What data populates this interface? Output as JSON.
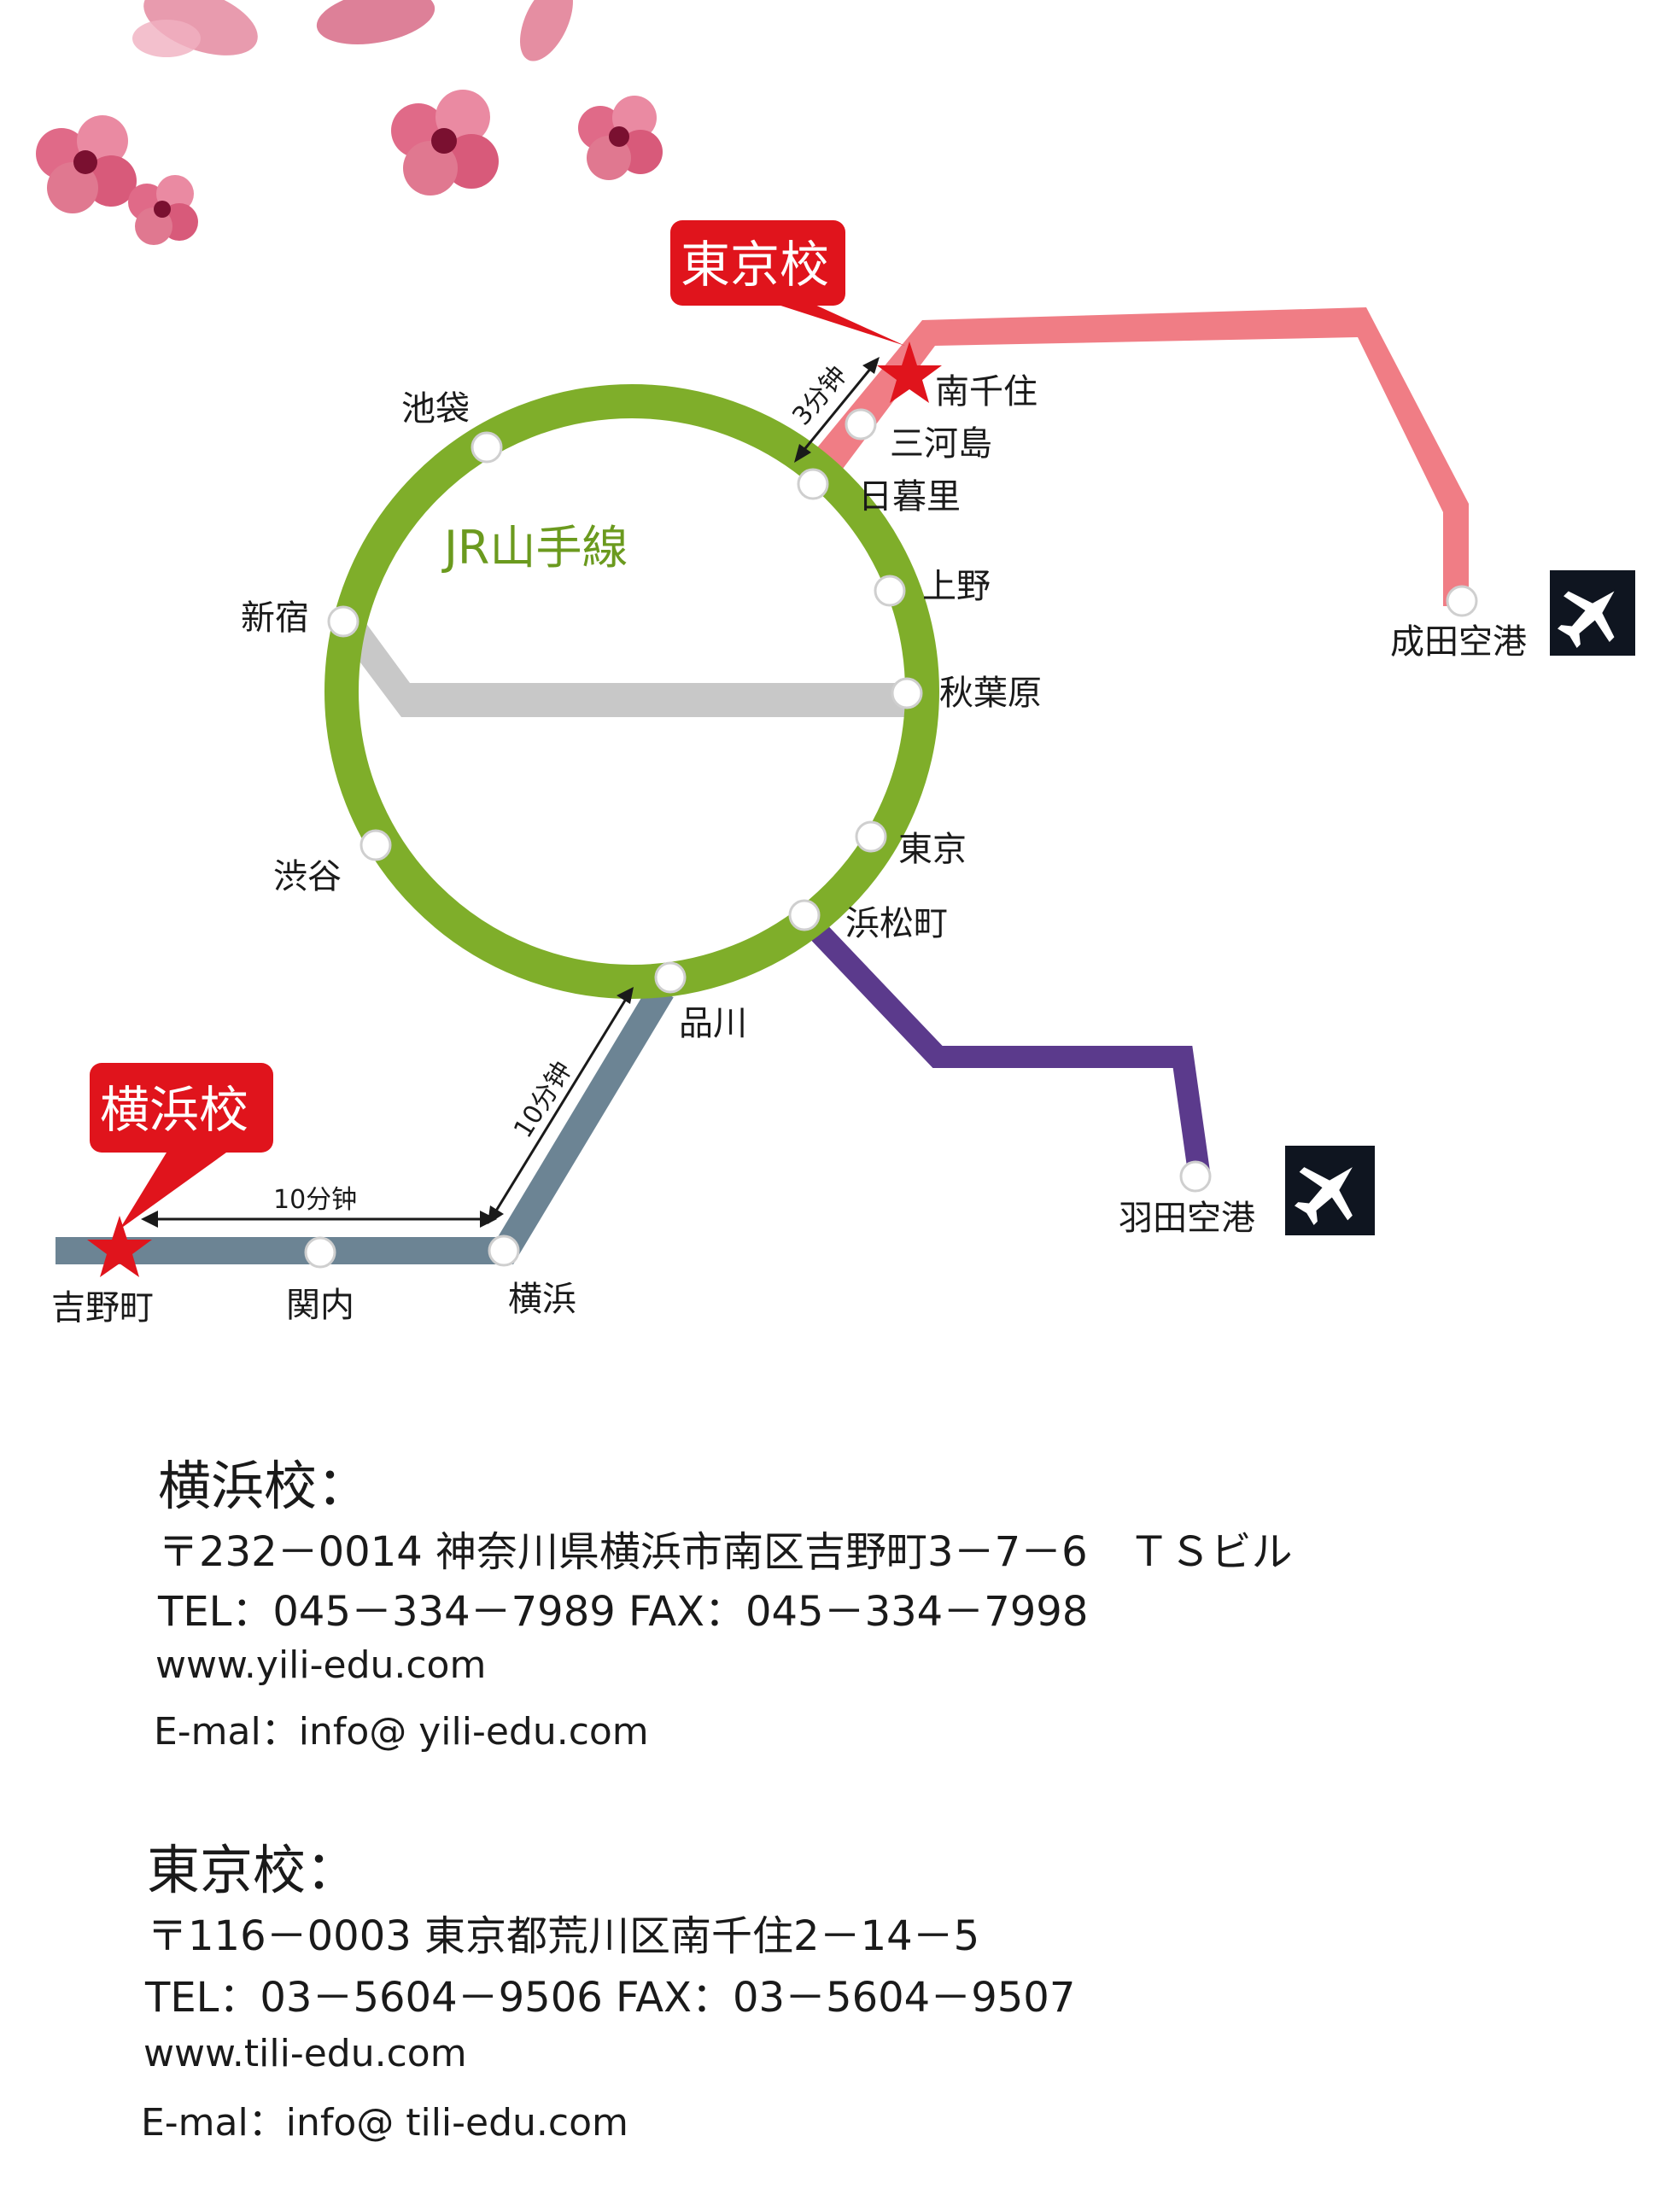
{
  "map": {
    "line_name": "JR山手線",
    "colors": {
      "yamanote": "#7fae2a",
      "keisei": "#ee6f78",
      "chuo": "#c8c8c8",
      "monorail": "#5b3a8c",
      "keikyu": "#6c8494",
      "callout": "#e0141c",
      "star": "#e0141c"
    },
    "stations": {
      "ikebukuro": "池袋",
      "shinjuku": "新宿",
      "shibuya": "渋谷",
      "nippori": "日暮里",
      "ueno": "上野",
      "akihabara": "秋葉原",
      "tokyo": "東京",
      "hamamatsucho": "浜松町",
      "shinagawa": "品川",
      "minamisenju": "南千住",
      "mikawashima": "三河島",
      "narita": "成田空港",
      "haneda": "羽田空港",
      "yoshinocho": "吉野町",
      "kannai": "関内",
      "yokohama": "横浜"
    },
    "schools": {
      "tokyo": "東京校",
      "yokohama": "横浜校"
    },
    "travel_times": {
      "nippori_minamisenju": "3分钟",
      "yoshinocho_yokohama": "10分钟",
      "yokohama_shinagawa": "10分钟"
    },
    "icons": [
      "airplane-icon",
      "airplane-icon",
      "star-icon",
      "star-icon"
    ]
  },
  "contacts": {
    "yokohama": {
      "title": "横浜校：",
      "address": "〒232－0014 神奈川県横浜市南区吉野町3－7－6　ＴＳビル",
      "phone": "TEL：045－334－7989  FAX：045－334－7998",
      "web": "www.yili-edu.com",
      "email": "E-mal：info@ yili-edu.com"
    },
    "tokyo": {
      "title": "東京校：",
      "address": "〒116－0003 東京都荒川区南千住2－14－5",
      "phone": "TEL：03－5604－9506  FAX：03－5604－9507",
      "web": "www.tili-edu.com",
      "email": "E-mal：info@ tili-edu.com"
    }
  }
}
